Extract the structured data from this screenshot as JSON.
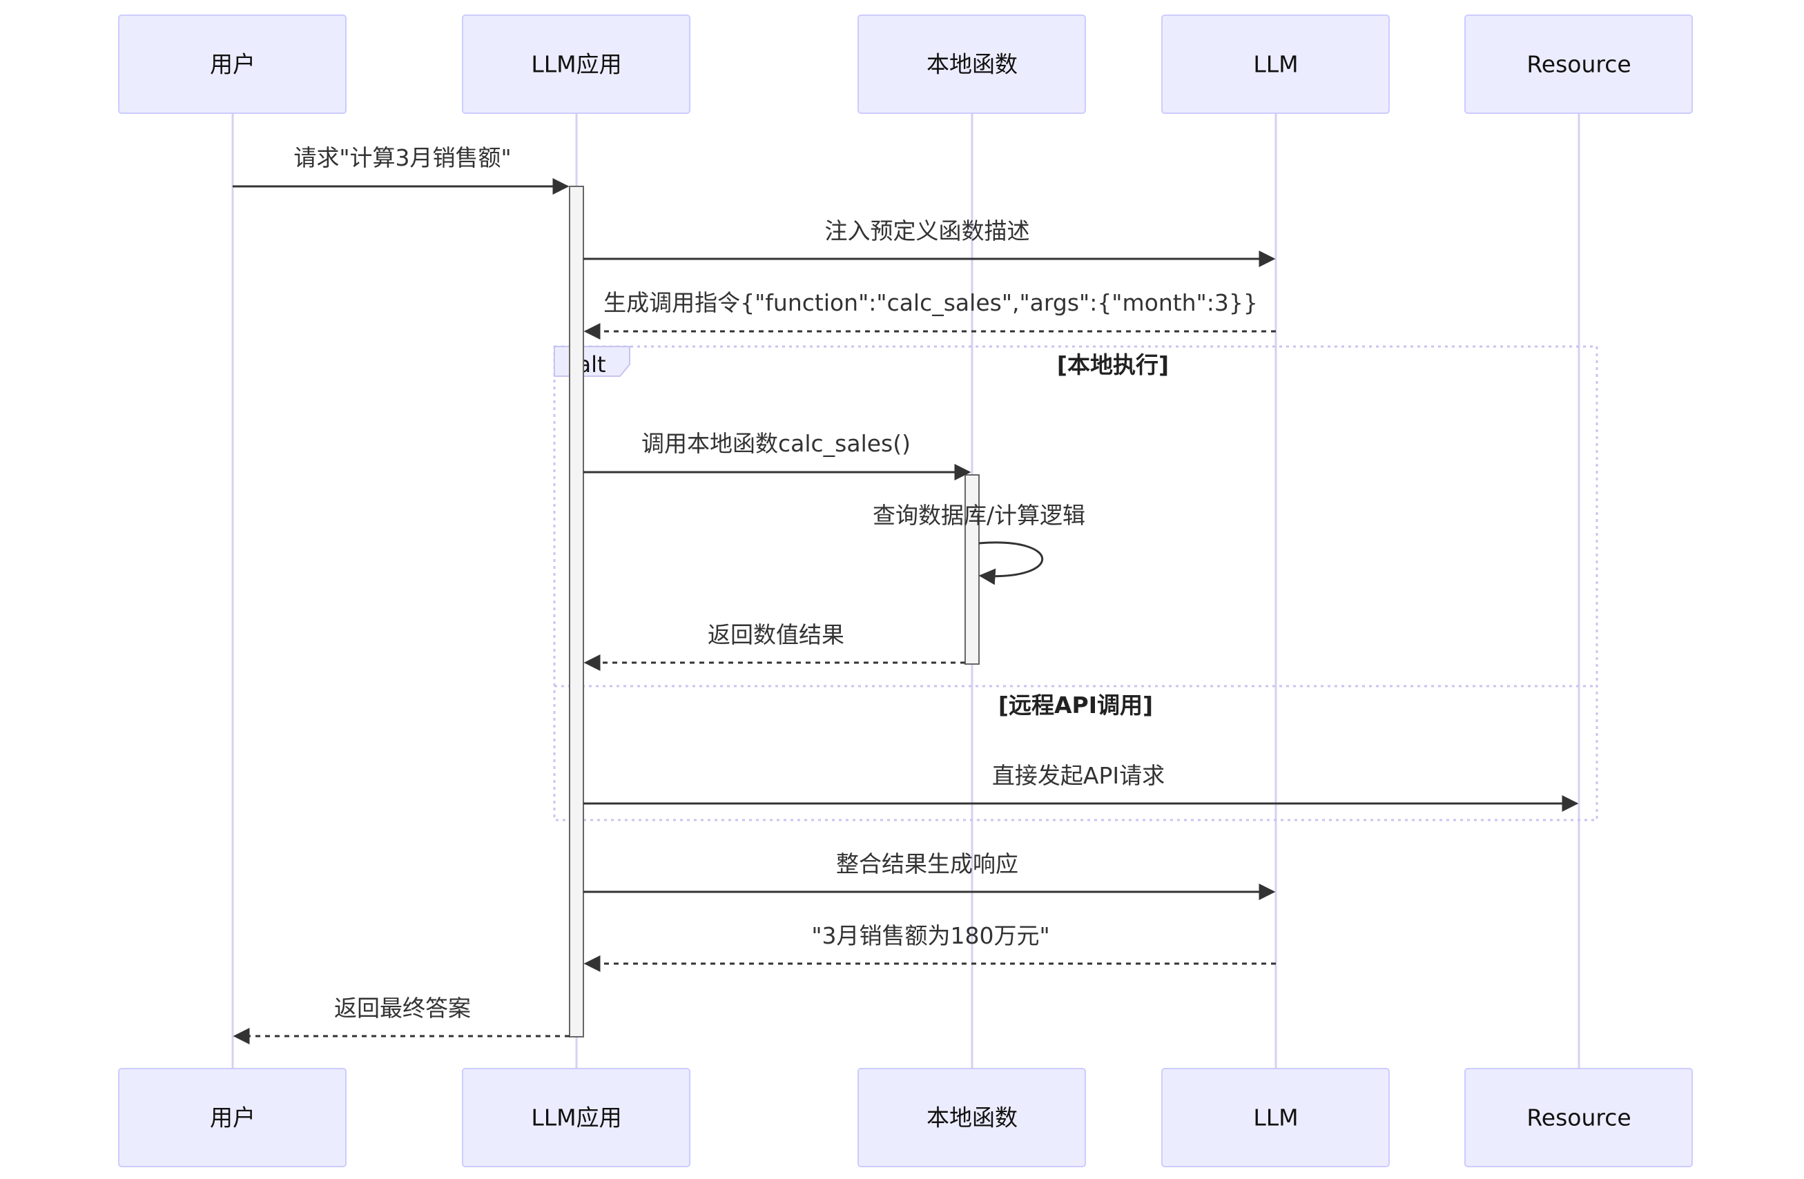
{
  "participants": [
    {
      "id": "user",
      "label": "用户"
    },
    {
      "id": "app",
      "label": "LLM应用"
    },
    {
      "id": "local",
      "label": "本地函数"
    },
    {
      "id": "llm",
      "label": "LLM"
    },
    {
      "id": "resource",
      "label": "Resource"
    }
  ],
  "messages": [
    {
      "id": "m1",
      "from": "user",
      "to": "app",
      "label": "请求\"计算3月销售额\"",
      "style": "solid"
    },
    {
      "id": "m2",
      "from": "app",
      "to": "llm",
      "label": "注入预定义函数描述",
      "style": "solid"
    },
    {
      "id": "m3",
      "from": "llm",
      "to": "app",
      "label": "生成调用指令{\"function\":\"calc_sales\",\"args\":{\"month\":3}}",
      "style": "dashed"
    },
    {
      "id": "m4",
      "from": "app",
      "to": "local",
      "label": "调用本地函数calc_sales()",
      "style": "solid"
    },
    {
      "id": "m5",
      "from": "local",
      "to": "local",
      "label": "查询数据库/计算逻辑",
      "style": "solid"
    },
    {
      "id": "m6",
      "from": "local",
      "to": "app",
      "label": "返回数值结果",
      "style": "dashed"
    },
    {
      "id": "m7",
      "from": "app",
      "to": "resource",
      "label": "直接发起API请求",
      "style": "solid"
    },
    {
      "id": "m8",
      "from": "app",
      "to": "llm",
      "label": "整合结果生成响应",
      "style": "solid"
    },
    {
      "id": "m9",
      "from": "llm",
      "to": "app",
      "label": "\"3月销售额为180万元\"",
      "style": "dashed"
    },
    {
      "id": "m10",
      "from": "app",
      "to": "user",
      "label": "返回最终答案",
      "style": "dashed"
    }
  ],
  "alt_block": {
    "keyword": "alt",
    "branches": [
      {
        "condition": "[本地执行]"
      },
      {
        "condition": "[远程API调用]"
      }
    ]
  },
  "colors": {
    "actor_fill": "#ECECFF",
    "actor_border": "#CCCCFF",
    "lifeline": "#D6D0F2",
    "arrow": "#333333",
    "activation_fill": "#F4F4F4"
  }
}
